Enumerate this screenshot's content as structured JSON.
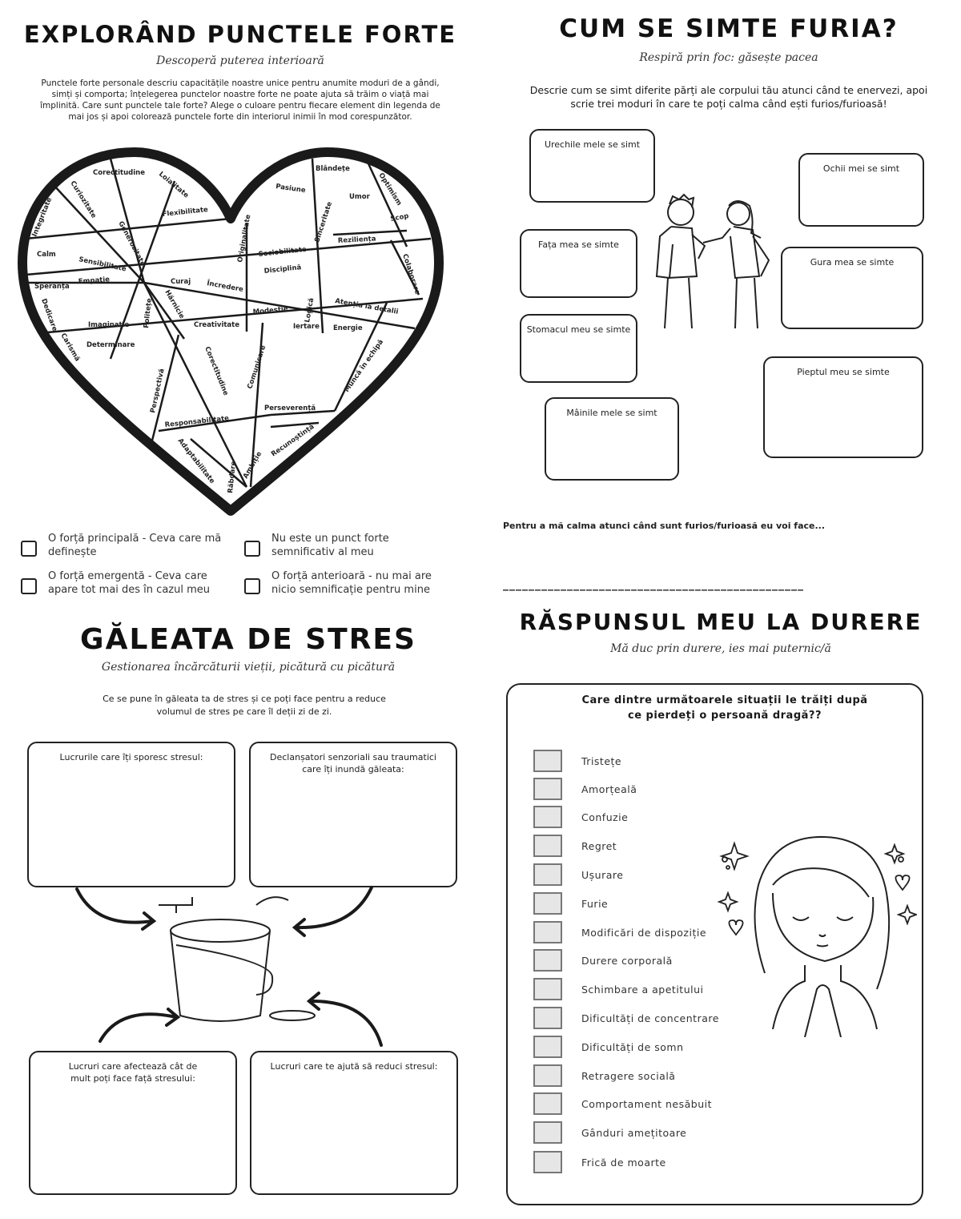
{
  "q1": {
    "title": "EXPLORÂND PUNCTELE FORTE",
    "subtitle": "Descoperă puterea interioară",
    "intro": "Punctele forte personale descriu capacitățile noastre unice pentru anumite moduri de a gândi, simți și comporta; înțelegerea punctelor noastre forte ne poate ajuta să trăim o viață mai împlinită. Care sunt punctele tale forte? Alege o culoare pentru fiecare element din legenda de mai jos și apoi colorează punctele forte din interiorul inimii în mod corespunzător.",
    "strengths": [
      "Corectitudine",
      "Loialitate",
      "Blândețe",
      "Pasiune",
      "Optimism",
      "Curiozitate",
      "Integritate",
      "Umor",
      "Flexibilitate",
      "Scop",
      "Generozitate",
      "Originalitate",
      "Sinceritate",
      "Reziliența",
      "Calm",
      "Sensibilitate",
      "Sociobilitate",
      "Colaborare",
      "Disciplină",
      "Empatie",
      "Speranță",
      "Curaj",
      "Încredere",
      "Dedicare",
      "Hărnicie",
      "Logică",
      "Atenția la detalii",
      "Politețe",
      "Modestie",
      "Imaginație",
      "Creativitate",
      "Iertare",
      "Energie",
      "Carismă",
      "Determinare",
      "Corectitudine",
      "Comunicare",
      "Muncă în echipă",
      "Perspectivă",
      "Perseverență",
      "Responsabilitate",
      "Recunoștință",
      "Adaptabilitate",
      "Răbdare",
      "Ambiție"
    ],
    "legend": [
      "O forță principală - Ceva care mă definește",
      "Nu este un punct forte semnificativ al meu",
      "O forță emergentă - Ceva care apare tot mai des în cazul meu",
      "O forță anterioară - nu mai are nicio semnificație pentru mine"
    ]
  },
  "q2": {
    "title": "CUM SE SIMTE FURIA?",
    "subtitle": "Respiră prin foc: găsește pacea",
    "intro": "Descrie cum se simt diferite părți ale corpului tău atunci când te enervezi, apoi scrie trei moduri în care te poți calma când ești furios/furioasă!",
    "boxes": [
      "Urechile mele se simt",
      "Ochii mei se simt",
      "Fața mea se simte",
      "Gura mea se simte",
      "Stomacul meu se simte",
      "Pieptul meu se simte",
      "Mâinile mele se simt"
    ],
    "calm_prompt": "Pentru a mă calma atunci când sunt furios/furioasă eu voi face...",
    "line": "_______________________________________________"
  },
  "q3": {
    "title": "GĂLEATA DE STRES",
    "subtitle": "Gestionarea încărcăturii vieții, picătură cu picătură",
    "intro": "Ce se pune în găleata ta de stres și ce poți face pentru a reduce volumul de stres pe care îl deții zi de zi.",
    "boxes": [
      "Lucrurile care îți sporesc stresul:",
      "Declanșatori senzoriali sau traumatici care îți inundă găleata:",
      "Lucruri care afectează cât de mult poți face față stresului:",
      "Lucruri care te ajută să reduci stresul:"
    ]
  },
  "q4": {
    "title": "RĂSPUNSUL MEU LA DURERE",
    "subtitle": "Mă duc prin durere, ies mai puternic/ă",
    "question": "Care dintre următoarele situații le trăiți după ce pierdeți o persoană dragă??",
    "items": [
      "Tristețe",
      "Amorțeală",
      "Confuzie",
      "Regret",
      "Ușurare",
      "Furie",
      "Modificări de dispoziție",
      "Durere corporală",
      "Schimbare a apetitului",
      "Dificultăți de concentrare",
      "Dificultăți de somn",
      "Retragere socială",
      "Comportament nesăbuit",
      "Gânduri amețitoare",
      "Frică de moarte"
    ]
  }
}
